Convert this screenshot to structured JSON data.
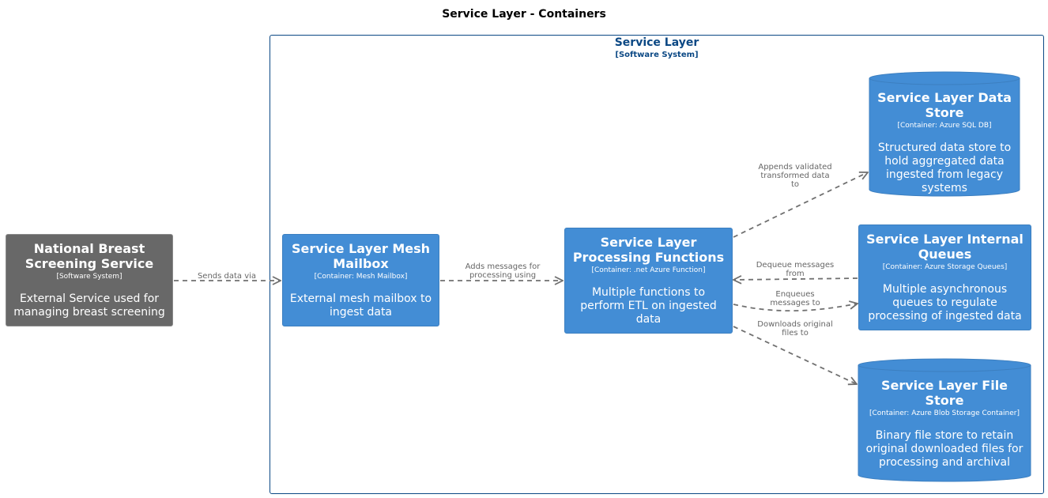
{
  "title": "Service Layer - Containers",
  "boundary": {
    "name": "Service Layer",
    "type": "[Software System]"
  },
  "colors": {
    "external": "#686868",
    "container": "#438dd5",
    "boundary": "#0b4884",
    "edge": "#707070"
  },
  "nodes": {
    "nbss": {
      "title": "National Breast Screening Service",
      "type": "[Software System]",
      "desc": "External Service used for managing breast screening"
    },
    "mailbox": {
      "title": "Service Layer Mesh Mailbox",
      "type": "[Container: Mesh Mailbox]",
      "desc": "External mesh mailbox to ingest data"
    },
    "functions": {
      "title": "Service Layer Processing Functions",
      "type": "[Container: .net Azure Function]",
      "desc": "Multiple functions to perform ETL on ingested data"
    },
    "datastore": {
      "title": "Service Layer Data Store",
      "type": "[Container: Azure SQL DB]",
      "desc": "Structured data store to hold aggregated data ingested from legacy systems"
    },
    "queues": {
      "title": "Service Layer Internal Queues",
      "type": "[Container: Azure Storage Queues]",
      "desc": "Multiple asynchronous queues to regulate processing of ingested data"
    },
    "filestore": {
      "title": "Service Layer File Store",
      "type": "[Container: Azure Blob Storage Container]",
      "desc": "Binary file store to retain original downloaded files for processing and archival"
    }
  },
  "edges": {
    "sends": "Sends data via",
    "adds": "Adds messages for processing using",
    "appends": "Appends validated transformed data to",
    "dequeue": "Dequeue messages from",
    "enqueue": "Enqueues messages to",
    "downloads": "Downloads original files to"
  }
}
